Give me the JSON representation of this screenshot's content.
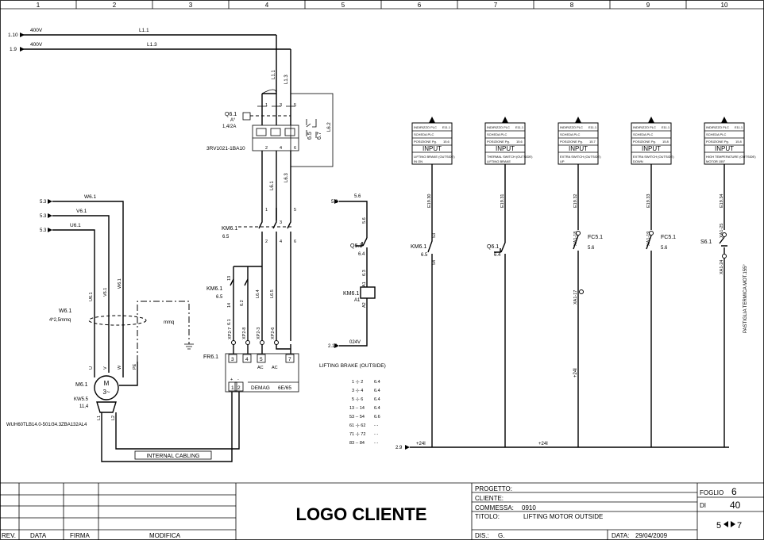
{
  "ruler": [
    "1",
    "2",
    "3",
    "4",
    "5",
    "6",
    "7",
    "8",
    "9",
    "10"
  ],
  "supply": {
    "l1_ref": "1.10",
    "l1_volt": "400V",
    "l1_name": "L1.1",
    "l3_ref": "1.9",
    "l3_volt": "400V",
    "l3_name": "L1.3"
  },
  "q61": {
    "name": "Q6.1",
    "spec_a": "A°",
    "range": "1,4/2A",
    "model": "3RV1021-1BA10",
    "aux_a": "6.5",
    "aux_b": "6.7",
    "l62": "L6.2",
    "l63": "L6.3",
    "t1": "1",
    "t3": "3",
    "t5": "5",
    "t2": "2",
    "t4": "4",
    "t6": "6",
    "l11": "L1.1",
    "l13": "L1.3"
  },
  "km61": {
    "name": "KM6.1",
    "sub": "6.5",
    "l61": "L6.1",
    "t1": "1",
    "t3": "3",
    "t5": "5",
    "t2": "2",
    "t4": "4",
    "t6": "6",
    "coil_ref_name": "KM6.1",
    "coil_ref_sub": "6.5",
    "c13": "13",
    "c14": "14",
    "c62": "6.2",
    "c61": "6.1",
    "l64": "L6.4",
    "l65": "L6.5"
  },
  "motor_feed": {
    "w_ref": "5.3",
    "w_name": "W6.1",
    "v_ref": "5.3",
    "v_name": "V6.1",
    "u_ref": "5.3",
    "u_name": "U6.1",
    "cable": "W6.1",
    "cable_spec": "4*2,5mmq",
    "mmq": "mmq",
    "u_lbl": "U",
    "v_lbl": "V",
    "w_lbl": "W",
    "pe_lbl": "PE",
    "u61": "U6.1",
    "v61": "V6.1",
    "w61": "W6.1",
    "pe": "PE"
  },
  "motor": {
    "name": "M6.1",
    "symbol": "3~",
    "km": "KW5.5",
    "rating": "11,4",
    "model": "WUH60TLB14.0-501/34.3ZBA132AL4",
    "l1": "L1",
    "l2": "L2",
    "cabling": "INTERNAL CABLING"
  },
  "fr61": {
    "name": "FR6.1",
    "x27": "XP2-7",
    "x28": "XP2-8",
    "x23": "XP2-3",
    "x26": "XP2-6",
    "t3": "3",
    "t4": "4",
    "t5": "5",
    "t7": "7",
    "ac1": "AC",
    "ac2": "AC",
    "t1": "1",
    "t2": "2",
    "plus": "+",
    "minus": "-",
    "brand": "DEMAG",
    "code": "6E/65"
  },
  "brake_circuit": {
    "top_ref": "5.8",
    "top_val": "5.6",
    "w56": "5.6",
    "q_name": "Q6.1",
    "q_sub": "6.4",
    "coil_name": "KM6.1",
    "coil_sub": "A1",
    "a1": "A1",
    "c63": "6.3",
    "a2": "A2",
    "bot_ref": "2.10",
    "bot_val": "024V",
    "label": "LIFTING BRAKE (OUTSIDE)"
  },
  "contacts_table": [
    {
      "pins": "1 ‐|‐ 2",
      "ref": "6.4"
    },
    {
      "pins": "3 ‐|‐ 4",
      "ref": "6.4"
    },
    {
      "pins": "5 ‐|‐ 6",
      "ref": "6.4"
    },
    {
      "pins": "13 ‐‐ 14",
      "ref": "6.4"
    },
    {
      "pins": "53 ‐‐ 54",
      "ref": "6.6"
    },
    {
      "pins": "61 ‐|‐ 62",
      "ref": "- -"
    },
    {
      "pins": "71 ‐|‐ 72",
      "ref": "- -"
    },
    {
      "pins": "83 ‐‐ 84",
      "ref": "- -"
    }
  ],
  "plc_inputs": [
    {
      "addr": "INDIRIZZO PLC",
      "addr_val": "E11.1",
      "card": "SCHEDA PLC",
      "pos": "POSIZIONE Pg.",
      "pos_val": "15.6",
      "title": "INPUT",
      "desc1": "LIFTING BRAKE (OUTSIDE)",
      "desc2": "IN ON",
      "wire": "E19.30",
      "dev": "KM6.1",
      "dev_sub": "6.5",
      "c1": "53",
      "c2": "54"
    },
    {
      "addr": "INDIRIZZO PLC",
      "addr_val": "E11.1",
      "card": "SCHEDA PLC",
      "pos": "POSIZIONE Pg.",
      "pos_val": "15.6",
      "title": "INPUT",
      "desc1": "THERMAL SWITCH (OUTSIDE)",
      "desc2": "LIFTING BRAKE",
      "wire": "E19.31",
      "dev": "Q6.1",
      "dev_sub": "6.4",
      "c1": "",
      "c2": ""
    },
    {
      "addr": "INDIRIZZO PLC",
      "addr_val": "E11.1",
      "card": "SCHEDA PLC",
      "pos": "POSIZIONE Pg.",
      "pos_val": "15.7",
      "title": "INPUT",
      "desc1": "EXTRA SWITCH (OUTSIDE)",
      "desc2": "UP",
      "wire": "E19.32",
      "dev": "FC5.1",
      "dev_sub": "5.6",
      "c1": "XA1-18",
      "c2": "XA1-17"
    },
    {
      "addr": "INDIRIZZO PLC",
      "addr_val": "E11.1",
      "card": "SCHEDA PLC",
      "pos": "POSIZIONE Pg.",
      "pos_val": "15.8",
      "title": "INPUT",
      "desc1": "EXTRA SWITCH (OUTSIDE)",
      "desc2": "DOWN",
      "wire": "E19.33",
      "dev": "FC5.1",
      "dev_sub": "5.6",
      "c1": "XA1-19",
      "c2": ""
    },
    {
      "addr": "INDIRIZZO PLC",
      "addr_val": "E11.1",
      "card": "SCHEDA PLC",
      "pos": "POSIZIONE Pg.",
      "pos_val": "15.8",
      "title": "INPUT",
      "desc1": "HIGH TEMPERATURE (OUTSIDE)",
      "desc2": "MOTOR 155°",
      "wire": "E19.34",
      "dev": "S6.1",
      "dev_sub": "",
      "c1": "XA1-25",
      "c2": "XA1-24"
    }
  ],
  "sensor_note": "PASTIGLIA TERMICA MOT.155°",
  "bus24": {
    "ref": "2.9",
    "val": "+24I",
    "mid": "+24I",
    "vert": "+24I"
  },
  "title_block": {
    "rev": "REV.",
    "data": "DATA",
    "firma": "FIRMA",
    "modifica": "MODIFICA",
    "logo": "LOGO CLIENTE",
    "progetto": "PROGETTO:",
    "cliente": "CLIENTE:",
    "commessa": "COMMESSA:",
    "commessa_val": "0910",
    "titolo": "TITOLO:",
    "titolo_val": "LIFTING MOTOR OUTSIDE",
    "dis": "DIS.:",
    "dis_val": "G.",
    "data_lbl": "DATA:",
    "data_val": "29/04/2009",
    "foglio": "FOGLIO",
    "foglio_val": "6",
    "di": "DI",
    "di_val": "40",
    "prev": "5",
    "next": "7"
  }
}
